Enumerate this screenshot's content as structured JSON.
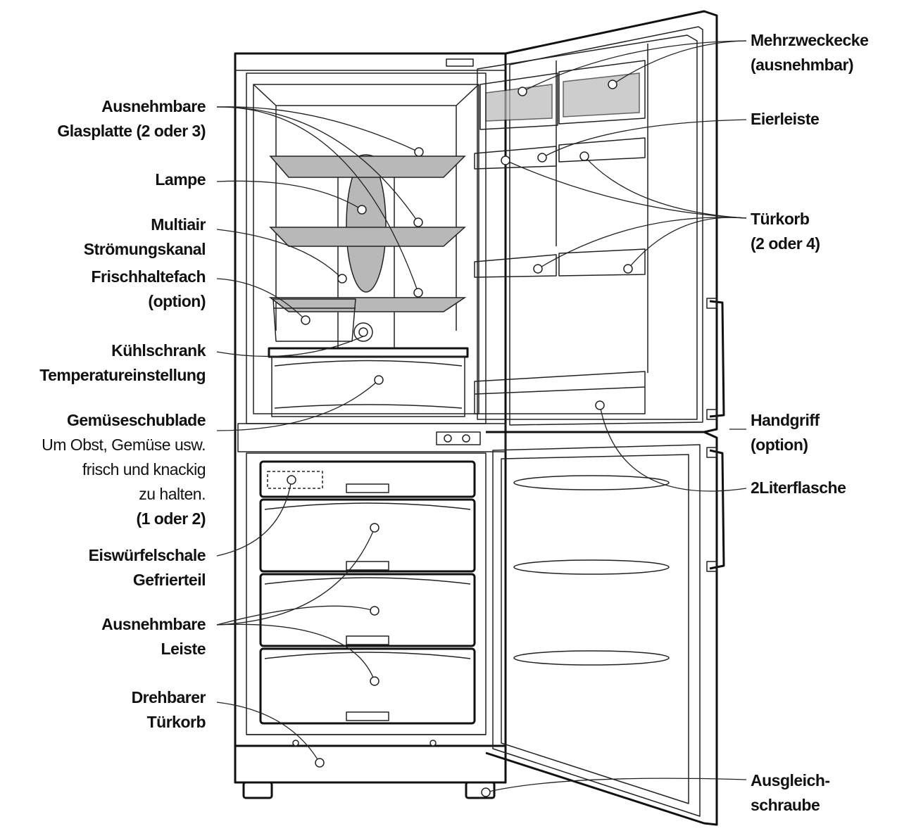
{
  "labels": {
    "ausnehmbare_glasplatte": [
      "Ausnehmbare",
      "Glasplatte (2 oder 3)"
    ],
    "lampe": [
      "Lampe"
    ],
    "multiair": [
      "Multiair",
      "Strömungskanal"
    ],
    "frischhaltefach": [
      "Frischhaltefach",
      "(option)"
    ],
    "kuehlschrank_temp": [
      "Kühlschrank",
      "Temperatureinstellung"
    ],
    "gemueseschublade": [
      "Gemüseschublade",
      "Um Obst, Gemüse usw.",
      "frisch und knackig",
      "zu halten.",
      "(1 oder 2)"
    ],
    "eiswuerfelschale": [
      "Eiswürfelschale",
      "Gefrierteil"
    ],
    "ausnehmbare_leiste": [
      "Ausnehmbare",
      "Leiste"
    ],
    "drehbarer_tuerkorb": [
      "Drehbarer",
      "Türkorb"
    ],
    "mehrzweckecke": [
      "Mehrzweckecke",
      "(ausnehmbar)"
    ],
    "eierleiste": [
      "Eierleiste"
    ],
    "tuerkorb": [
      "Türkorb",
      "(2 oder 4)"
    ],
    "handgriff": [
      "Handgriff",
      "(option)"
    ],
    "zweiliterflasche": [
      "2Literflasche"
    ],
    "ausgleichschraube": [
      "Ausgleich-",
      "schraube"
    ]
  }
}
